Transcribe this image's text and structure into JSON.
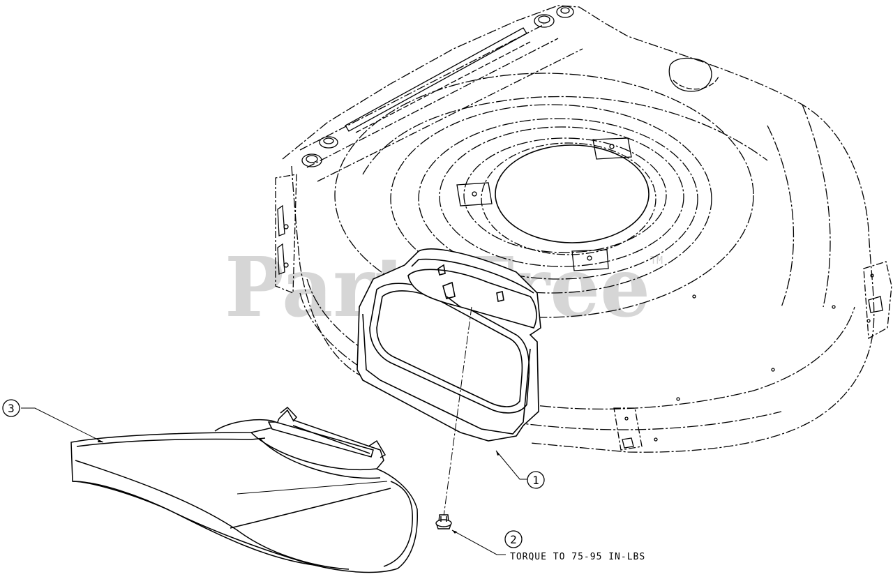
{
  "watermark": {
    "brand": "PartsTree",
    "trademark": "TM"
  },
  "callouts": [
    {
      "number": "1"
    },
    {
      "number": "2",
      "note": "TORQUE TO 75-95 IN-LBS"
    },
    {
      "number": "3"
    }
  ]
}
